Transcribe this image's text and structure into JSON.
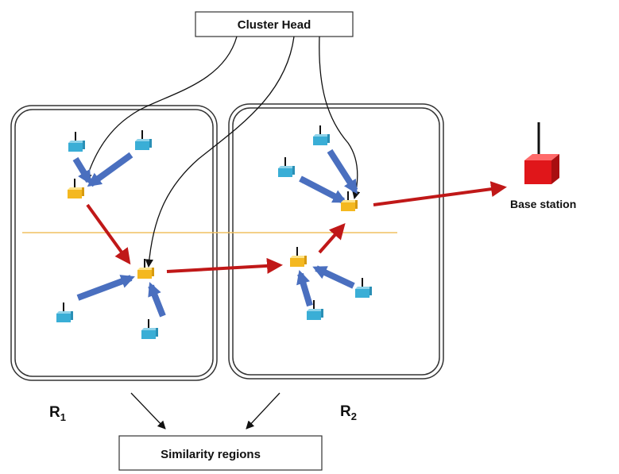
{
  "labels": {
    "cluster_head": "Cluster Head",
    "base_station": "Base station",
    "similarity_regions": "Similarity regions",
    "region1": "R",
    "region1_sub": "1",
    "region2": "R",
    "region2_sub": "2"
  },
  "colors": {
    "sensor_node": "#3aaed6",
    "cluster_head_node": "#f4b820",
    "base_station": "#e0161a",
    "member_arrow": "#4a6fbf",
    "data_arrow": "#c01818",
    "region_border": "#333333",
    "divider_line": "#f0c060"
  }
}
